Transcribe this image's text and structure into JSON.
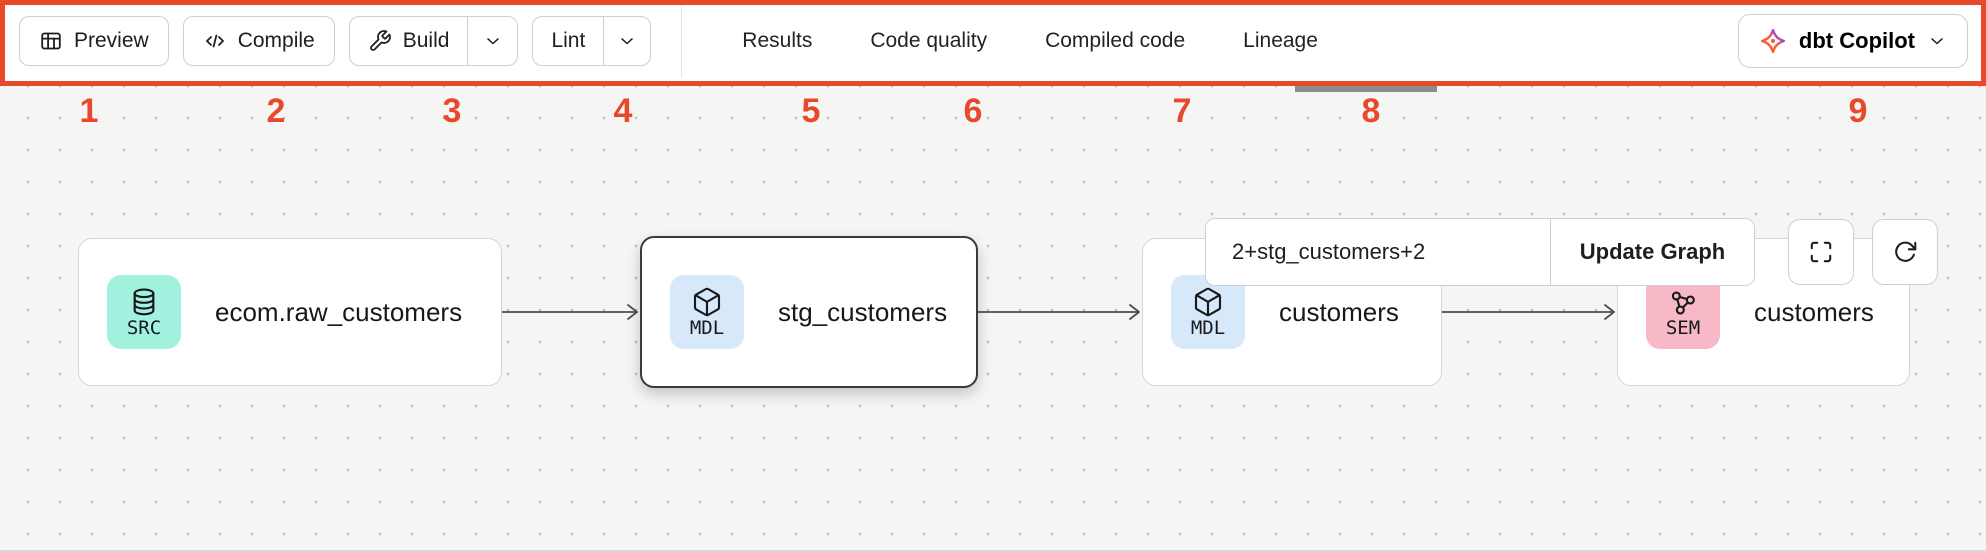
{
  "annotation": {
    "accent_color": "#E9492B",
    "labels": [
      "1",
      "2",
      "3",
      "4",
      "5",
      "6",
      "7",
      "8",
      "9"
    ]
  },
  "toolbar": {
    "preview_label": "Preview",
    "compile_label": "Compile",
    "build_label": "Build",
    "lint_label": "Lint",
    "tabs": [
      {
        "label": "Results",
        "active": false
      },
      {
        "label": "Code quality",
        "active": false
      },
      {
        "label": "Compiled code",
        "active": false
      },
      {
        "label": "Lineage",
        "active": true
      }
    ],
    "copilot_label": "dbt Copilot"
  },
  "lineage": {
    "selector_value": "2+stg_customers+2",
    "update_button_label": "Update Graph",
    "nodes": [
      {
        "badge": "SRC",
        "label": "ecom.raw_customers",
        "badge_color": "#A3F2E0",
        "icon": "database-icon",
        "selected": false
      },
      {
        "badge": "MDL",
        "label": "stg_customers",
        "badge_color": "#D8E8FB",
        "icon": "cube-icon",
        "selected": true
      },
      {
        "badge": "MDL",
        "label": "customers",
        "badge_color": "#D8E8FB",
        "icon": "cube-icon",
        "selected": false
      },
      {
        "badge": "SEM",
        "label": "customers",
        "badge_color": "#F6B9C5",
        "icon": "semantic-model-icon",
        "selected": false
      }
    ],
    "edges": [
      {
        "from": "ecom.raw_customers",
        "to": "stg_customers"
      },
      {
        "from": "stg_customers",
        "to": "customers"
      },
      {
        "from": "customers",
        "to": "customers (semantic model)"
      }
    ]
  },
  "colors": {
    "annotation_red": "#E9492B",
    "canvas_background": "#f5f5f4",
    "grid_dot": "#c3c3c3",
    "selected_node_border": "#3a3a3a",
    "src_badge": "#A3F2E0",
    "mdl_badge": "#D8E8FB",
    "sem_badge": "#F6B9C5"
  }
}
